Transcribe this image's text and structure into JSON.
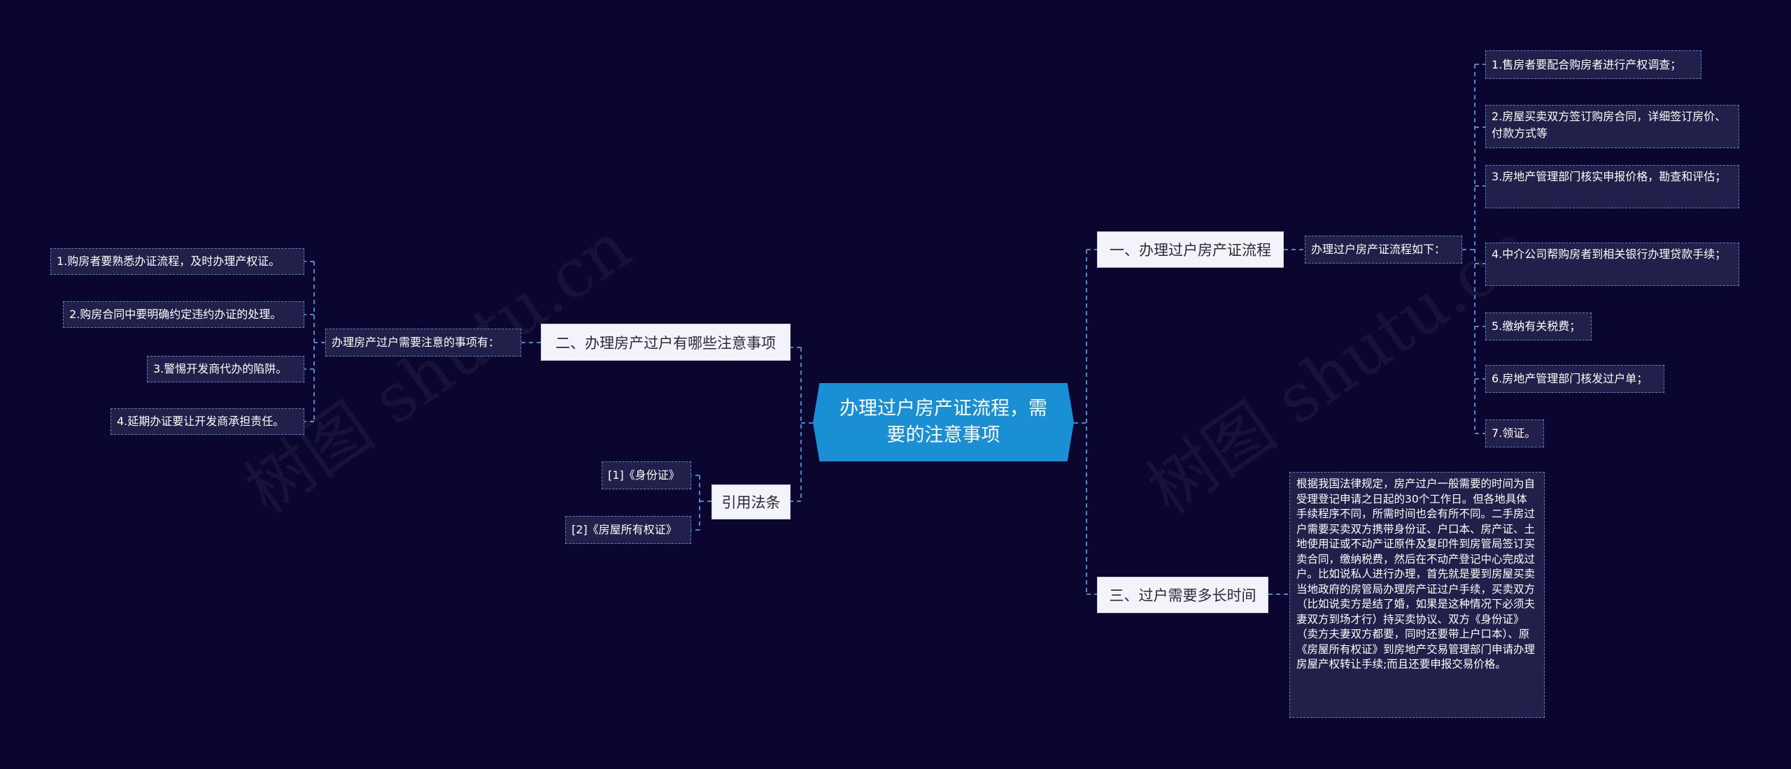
{
  "root": "办理过户房产证流程，需要的注意事项",
  "watermark": "树图 shutu.cn",
  "right": {
    "branch1": {
      "label": "一、办理过户房产证流程",
      "sub": "办理过户房产证流程如下：",
      "items": [
        "1.售房者要配合购房者进行产权调查；",
        "2.房屋买卖双方签订购房合同，详细签订房价、付款方式等",
        "3.房地产管理部门核实申报价格，勘查和评估；",
        "4.中介公司帮购房者到相关银行办理贷款手续；",
        "5.缴纳有关税费；",
        "6.房地产管理部门核发过户单；",
        "7.领证。"
      ]
    },
    "branch3": {
      "label": "三、过户需要多长时间",
      "text": "根据我国法律规定，房产过户一般需要的时间为自受理登记申请之日起的30个工作日。但各地具体手续程序不同，所需时间也会有所不同。二手房过户需要买卖双方携带身份证、户口本、房产证、土地使用证或不动产证原件及复印件到房管局签订买卖合同，缴纳税费，然后在不动产登记中心完成过户。比如说私人进行办理，首先就是要到房屋买卖当地政府的房管局办理房产证过户手续，买卖双方（比如说卖方是结了婚，如果是这种情况下必须夫妻双方到场才行）持买卖协议、双方《身份证》（卖方夫妻双方都要，同时还要带上户口本）、原《房屋所有权证》到房地产交易管理部门申请办理房屋产权转让手续;而且还要申报交易价格。"
    }
  },
  "left": {
    "branch2": {
      "label": "二、办理房产过户有哪些注意事项",
      "sub": "办理房产过户需要注意的事项有：",
      "items": [
        "1.购房者要熟悉办证流程，及时办理产权证。",
        "2.购房合同中要明确约定违约办证的处理。",
        "3.警惕开发商代办的陷阱。",
        "4.延期办证要让开发商承担责任。"
      ]
    },
    "branch4": {
      "label": "引用法条",
      "items": [
        "[1]《身份证》",
        "[2]《房屋所有权证》"
      ]
    }
  }
}
